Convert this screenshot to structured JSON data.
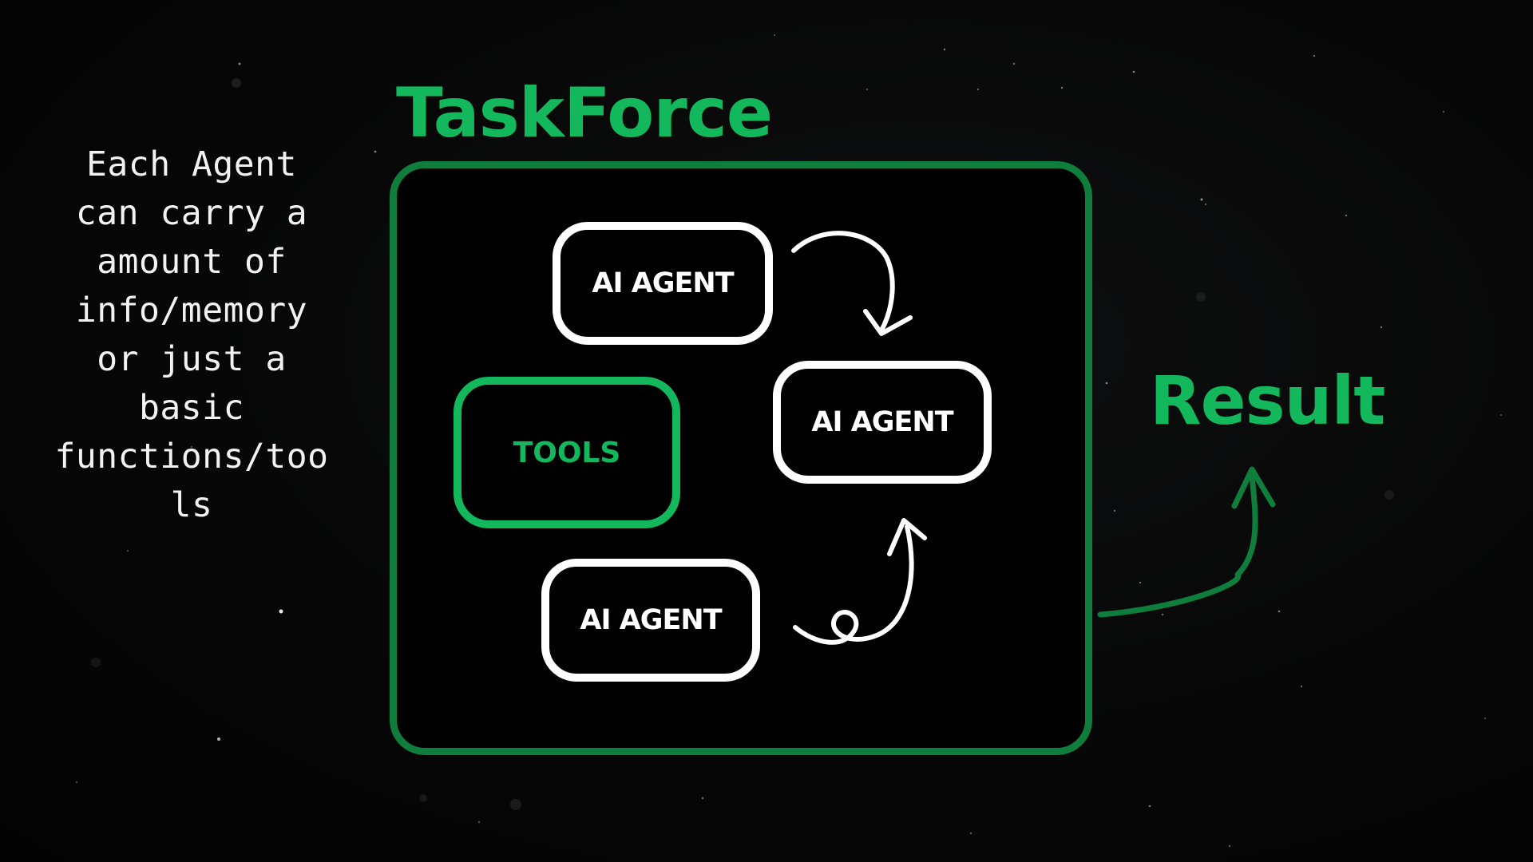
{
  "title": "TaskForce",
  "side_note": "Each Agent\ncan carry a\namount of\ninfo/memory\nor just a\nbasic\nfunctions/too\nls",
  "nodes": {
    "agent_1": "AI AGENT",
    "agent_2": "AI AGENT",
    "agent_3": "AI AGENT",
    "tools": "TOOLS"
  },
  "result": "Result",
  "colors": {
    "accent_green": "#12b85b",
    "frame_green": "#0f7e3d",
    "background": "#060606",
    "node_border": "#ffffff"
  },
  "icons": {
    "curved_arrow_top": "curved-arrow-down-icon",
    "curved_arrow_bottom": "loop-arrow-up-icon",
    "result_arrow": "curved-arrow-up-icon"
  }
}
